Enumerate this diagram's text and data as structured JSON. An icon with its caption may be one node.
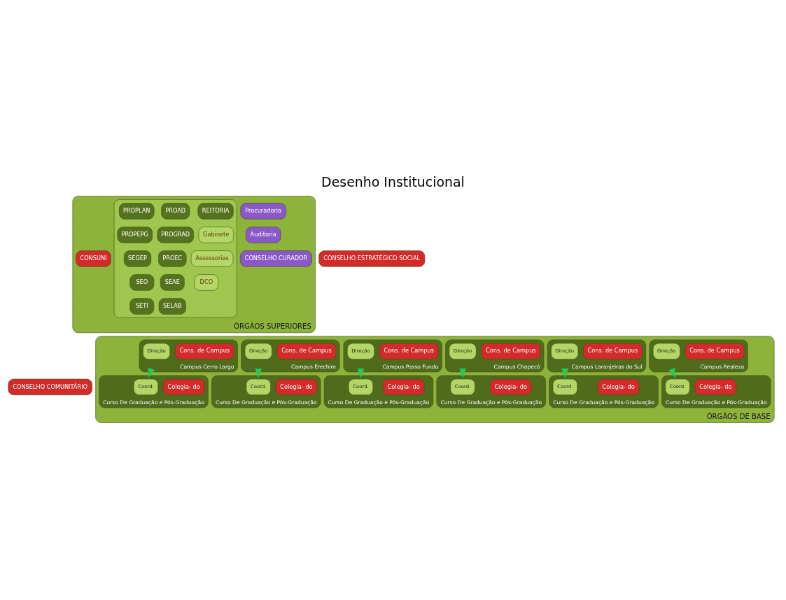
{
  "diagram": {
    "title": "Desenho Institucional",
    "nodes": [
      {
        "text": [
          "ÓRGÃOS SUPERIORES"
        ]
      },
      {
        "text": [
          "Procuradoria"
        ],
        "in": 0
      },
      {
        "text": [
          "Auditoria"
        ],
        "in": 0
      },
      {
        "text": [
          "CONSELHO CURADOR"
        ],
        "in": 0
      },
      {
        "text": [],
        "shape": "box",
        "in": 0
      },
      {
        "text": [
          "REITORIA"
        ],
        "in": 4
      },
      {
        "text": [
          "Gabinete"
        ],
        "in": 4
      },
      {
        "text": [
          "Assessorias"
        ],
        "in": 4
      },
      {
        "text": [
          "DCO"
        ],
        "in": 4
      },
      {
        "text": [
          "PROAD"
        ],
        "in": 4
      },
      {
        "text": [
          "PROPLAN"
        ],
        "in": 4
      },
      {
        "text": [
          "PROGRAD"
        ],
        "in": 4
      },
      {
        "text": [
          "PROPEPG"
        ],
        "in": 4
      },
      {
        "text": [
          "PROEC"
        ],
        "in": 4
      },
      {
        "text": [
          "SEGEP"
        ],
        "in": 4
      },
      {
        "text": [
          "SEAE"
        ],
        "in": 4
      },
      {
        "text": [
          "SEO"
        ],
        "in": 4
      },
      {
        "text": [
          "SELAB"
        ],
        "in": 4
      },
      {
        "text": [
          "SETI"
        ],
        "in": 4
      },
      {
        "text": [
          "CONSUNI"
        ],
        "in": 0
      },
      {
        "text": [
          "CONSELHO ESTRATÉGICO SOCIAL"
        ]
      },
      {
        "text": [
          "ÓRGÃOS DE BASE"
        ]
      },
      {
        "text": [
          "Campus Cerro Largo"
        ],
        "in": 21
      },
      {
        "text": [
          "Direção"
        ],
        "in": 22
      },
      {
        "text": [
          "Cons. de Campus"
        ],
        "in": 22
      },
      {
        "text": [
          "Curso De Graduação e Pós-Graduação"
        ],
        "in": 21
      },
      {
        "text": [
          "Coord."
        ],
        "in": 25
      },
      {
        "text": [
          "Colegia- do"
        ],
        "in": 25
      },
      {
        "text": [
          "Campus Erechim"
        ],
        "in": 21
      },
      {
        "text": [
          "Direção"
        ],
        "in": 28
      },
      {
        "text": [
          "Cons. de Campus"
        ],
        "in": 28
      },
      {
        "text": [
          "Curso De Graduação e Pós-Graduação"
        ],
        "in": 21
      },
      {
        "text": [
          "Coord."
        ],
        "in": 31
      },
      {
        "text": [
          "Colegia- do"
        ],
        "in": 31
      },
      {
        "text": [
          "Campus Passo Fundo"
        ],
        "in": 21
      },
      {
        "text": [
          "Direção"
        ],
        "in": 34
      },
      {
        "text": [
          "Cons. de Campus"
        ],
        "in": 34
      },
      {
        "text": [
          "Curso De Graduação e Pós-Graduação"
        ],
        "in": 21
      },
      {
        "text": [
          "Coord."
        ],
        "in": 37
      },
      {
        "text": [
          "Colegia- do"
        ],
        "in": 37
      },
      {
        "text": [
          "Campus Chapecó"
        ],
        "in": 21
      },
      {
        "text": [
          "Direção"
        ],
        "in": 40
      },
      {
        "text": [
          "Cons. de Campus"
        ],
        "in": 40
      },
      {
        "text": [
          "Curso De Graduação e Pós-Graduação"
        ],
        "in": 21
      },
      {
        "text": [
          "Coord."
        ],
        "in": 43
      },
      {
        "text": [
          "Colegia- do"
        ],
        "in": 43
      },
      {
        "text": [
          "Campus Laranjeiras do Sul"
        ],
        "in": 21
      },
      {
        "text": [
          "Direção"
        ],
        "in": 46
      },
      {
        "text": [
          "Cons. de Campus"
        ],
        "in": 46
      },
      {
        "text": [
          "Curso De Graduação e Pós-Graduação"
        ],
        "in": 21
      },
      {
        "text": [
          "Coord."
        ],
        "in": 49
      },
      {
        "text": [
          "Colegia- do"
        ],
        "in": 49
      },
      {
        "text": [
          "Campus Realeza"
        ],
        "in": 21
      },
      {
        "text": [
          "Direção"
        ],
        "in": 52
      },
      {
        "text": [
          "Cons. de Campus"
        ],
        "in": 52
      },
      {
        "text": [
          "Curso De Graduação e Pós-Graduação"
        ],
        "in": 21
      },
      {
        "text": [
          "Coord."
        ],
        "in": 55
      },
      {
        "text": [
          "Colegia- do"
        ],
        "in": 55
      },
      {
        "text": [
          "CONSELHO COMUNITÁRIO"
        ]
      }
    ],
    "edges": [
      {
        "from": 22,
        "to": 25,
        "arrow": "to"
      },
      {
        "from": 28,
        "to": 31,
        "arrow": "to"
      },
      {
        "from": 34,
        "to": 37,
        "arrow": "to"
      },
      {
        "from": 40,
        "to": 43,
        "arrow": "to"
      },
      {
        "from": 46,
        "to": 49,
        "arrow": "to"
      },
      {
        "from": 52,
        "to": 55,
        "arrow": "to"
      }
    ]
  }
}
